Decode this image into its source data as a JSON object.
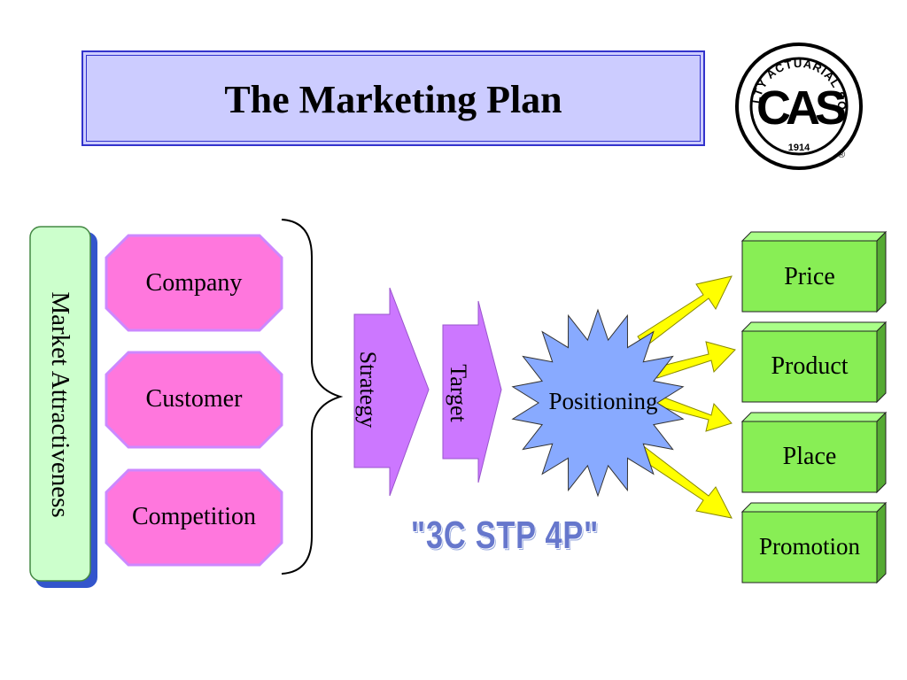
{
  "title": "The Marketing Plan",
  "logo": {
    "letters": "CAS",
    "ring_text": "CASUALTY ACTUARIAL SOCIETY",
    "year": "1914",
    "mark": "®"
  },
  "sidebar_label": "Market Attractiveness",
  "three_c": [
    "Company",
    "Customer",
    "Competition"
  ],
  "stp": {
    "strategy": "Strategy",
    "target": "Target",
    "positioning": "Positioning"
  },
  "four_p": [
    "Price",
    "Product",
    "Place",
    "Promotion"
  ],
  "slogan": "\"3C STP 4P\"",
  "colors": {
    "title_bg": "#ccccff",
    "title_border": "#3333cc",
    "octagon": "#ff77dd",
    "octagon_border": "#cc88ff",
    "sidebar": "#ccffcc",
    "sidebar_shadow": "#3355cc",
    "chevron": "#cc77ff",
    "star": "#88aaff",
    "arrow": "#ffff00",
    "box": "#88ee55",
    "slogan": "#6677cc"
  }
}
